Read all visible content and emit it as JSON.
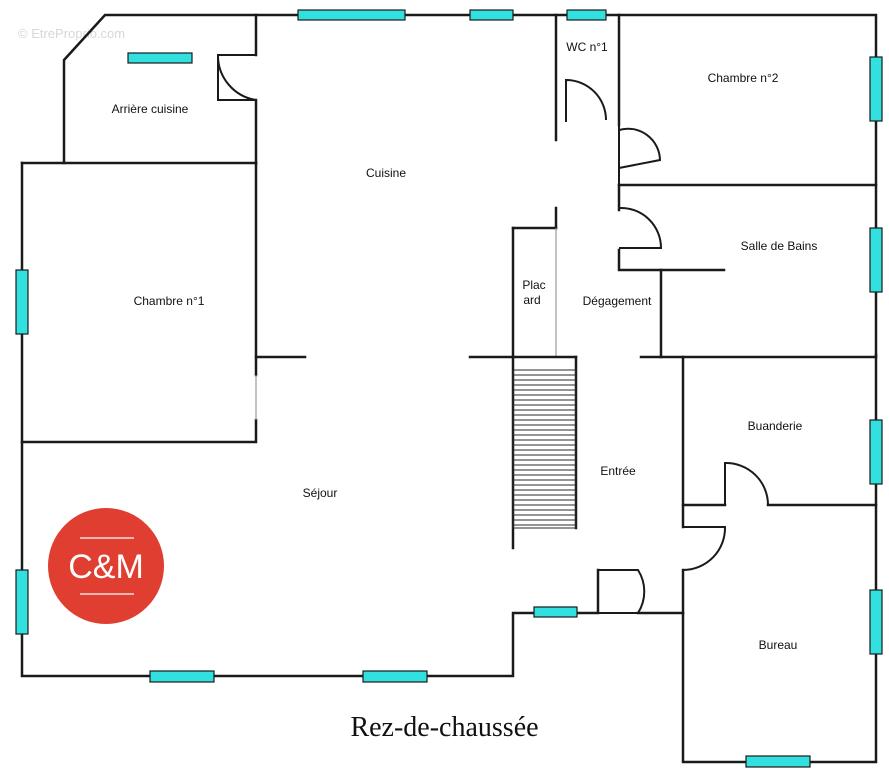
{
  "watermark": "© EtreProprio.com",
  "logo": {
    "text": "C&M",
    "color": "#e03e30"
  },
  "rooms": {
    "arriere_cuisine": "Arrière cuisine",
    "cuisine": "Cuisine",
    "wc1": "WC n°1",
    "chambre2": "Chambre n°2",
    "chambre1": "Chambre n°1",
    "placard_line1": "Plac",
    "placard_line2": "ard",
    "degagement": "Dégagement",
    "salle_de_bains": "Salle de Bains",
    "buanderie": "Buanderie",
    "entree": "Entrée",
    "sejour": "Séjour",
    "bureau": "Bureau"
  },
  "caption": "Rez-de-chaussée",
  "colors": {
    "window": "#33e0e0",
    "wall": "#1a1a1a",
    "logo": "#e03e30"
  }
}
